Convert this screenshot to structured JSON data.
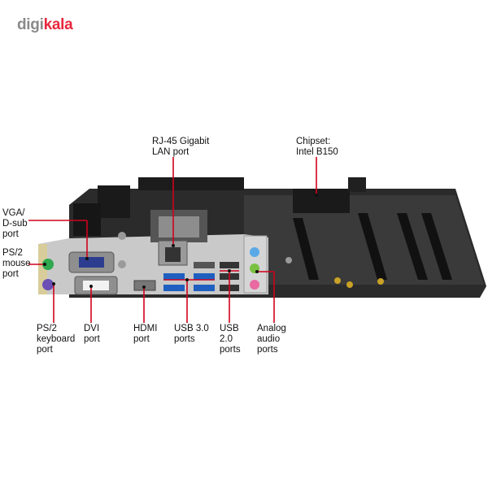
{
  "brand": {
    "part1": "digi",
    "part2": "kala"
  },
  "colors": {
    "leader": "#d0021b",
    "logo_grey": "#8a8a8a",
    "logo_red": "#e8273d",
    "board": "#2b2b2b",
    "io_silver": "#c9c9c9",
    "usb3_blue": "#1f5fbf"
  },
  "labels": {
    "rj45": "RJ-45 Gigabit\nLAN port",
    "chipset": "Chipset:\nIntel B150",
    "vga": "VGA/\nD-sub\nport",
    "ps2_mouse": "PS/2\nmouse\nport",
    "ps2_keyboard": "PS/2\nkeyboard\nport",
    "dvi": "DVI\nport",
    "hdmi": "HDMI\nport",
    "usb3": "USB 3.0\nports",
    "usb2": "USB\n2.0\nports",
    "audio": "Analog\naudio\nports"
  }
}
